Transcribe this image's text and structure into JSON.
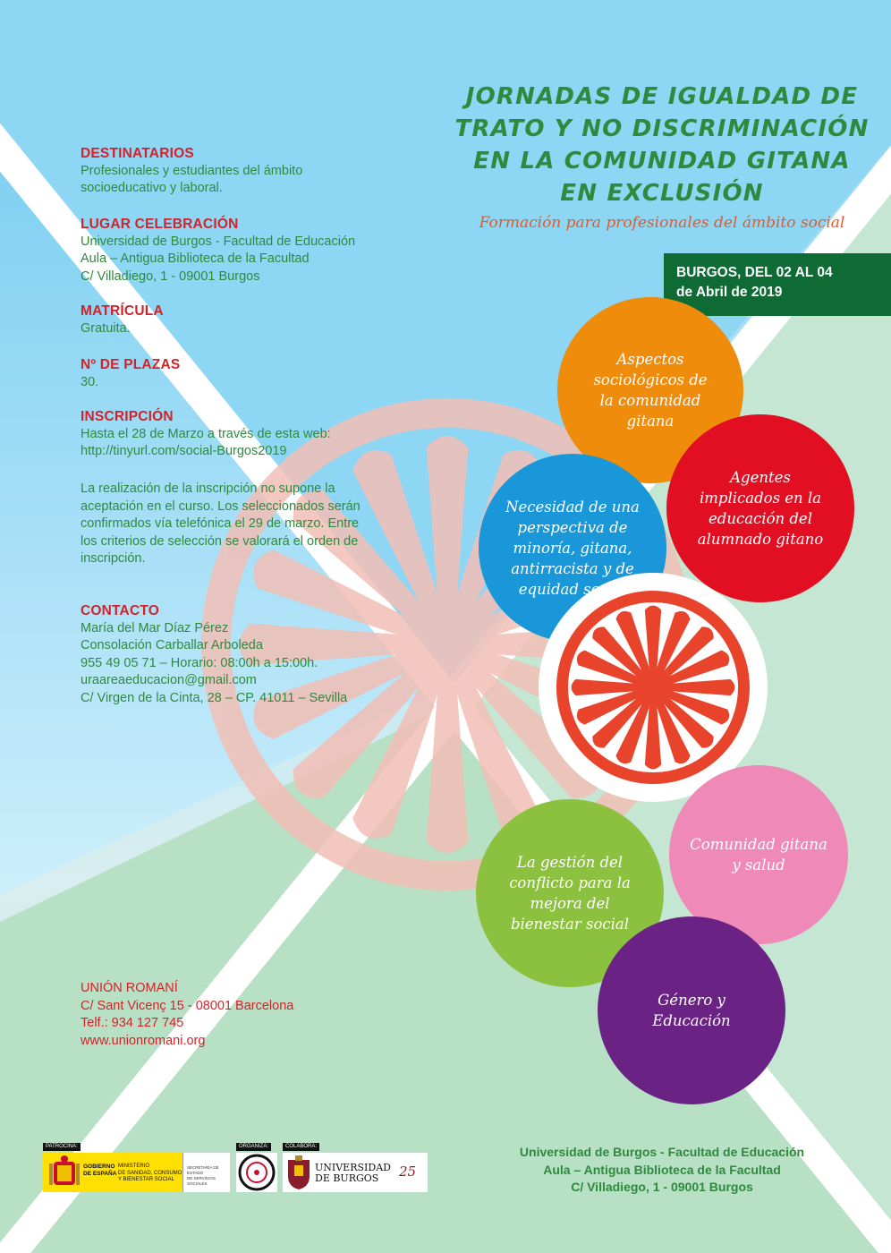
{
  "colors": {
    "green": "#2f8a3e",
    "red": "#d2232a",
    "dark_green": "#0e6b34",
    "roma_wheel": "#e8432b"
  },
  "title_lines": [
    "JORNADAS DE IGUALDAD DE",
    "TRATO Y NO DISCRIMINACIÓN",
    "EN LA COMUNIDAD GITANA",
    "EN EXCLUSIÓN"
  ],
  "subtitle": "Formación para profesionales del ámbito social",
  "date_lines": [
    "BURGOS, DEL 02 AL 04",
    "de Abril de 2019"
  ],
  "destinatarios": {
    "heading": "DESTINATARIOS",
    "lines": [
      "Profesionales y estudiantes del ámbito",
      "socioeducativo y laboral."
    ]
  },
  "lugar": {
    "heading": "LUGAR CELEBRACIÓN",
    "lines": [
      "Universidad de Burgos - Facultad de Educación",
      "Aula – Antigua Biblioteca de la Facultad",
      "C/ Villadiego, 1 - 09001 Burgos"
    ]
  },
  "matricula": {
    "heading": "MATRÍCULA",
    "value": "Gratuita."
  },
  "plazas": {
    "heading": "Nº DE PLAZAS",
    "value": "30."
  },
  "inscripcion": {
    "heading": "INSCRIPCIÓN",
    "lines": [
      "Hasta el  28 de Marzo a través de esta web:",
      "http://tinyurl.com/social-Burgos2019"
    ],
    "note_lines": [
      "La realización de la inscripción no supone la",
      "aceptación en el curso. Los seleccionados serán",
      "confirmados vía telefónica el 29 de marzo. Entre",
      "los criterios de selección se valorará el orden de",
      "inscripción."
    ]
  },
  "contacto": {
    "heading": "CONTACTO",
    "lines": [
      "María del Mar Díaz Pérez",
      "Consolación Carballar Arboleda",
      "955 49 05 71 – Horario: 08:00h a 15:00h.",
      "uraareaeducacion@gmail.com",
      "C/ Virgen de la Cinta, 28 – CP. 41011 – Sevilla"
    ]
  },
  "union_romani": {
    "name": "UNIÓN ROMANÍ",
    "lines": [
      "C/ Sant Vicenç 15 - 08001 Barcelona",
      "Telf.: 934 127 745",
      "www.unionromani.org"
    ]
  },
  "circles": [
    {
      "lines": [
        "Aspectos",
        "sociológicos de",
        "la comunidad",
        "gitana"
      ],
      "color": "#f08c0b"
    },
    {
      "lines": [
        "Agentes",
        "implicados en la",
        "educación del",
        "alumnado gitano"
      ],
      "color": "#e20f22"
    },
    {
      "lines": [
        "Necesidad de una",
        "perspectiva de",
        "minoría, gitana,",
        "antirracista y de",
        "equidad social"
      ],
      "color": "#1a97d9"
    },
    {
      "lines": [
        "Comunidad gitana",
        "y salud"
      ],
      "color": "#ee89b8"
    },
    {
      "lines": [
        "La gestión del",
        "conflicto para la",
        "mejora del",
        "bienestar social"
      ],
      "color": "#8cc13f"
    },
    {
      "lines": [
        "Género y",
        "Educación"
      ],
      "color": "#6a2384"
    }
  ],
  "logos": {
    "patrocina": "PATROCINA:",
    "organiza": "ORGANIZA:",
    "colabora": "COLABORA:",
    "gobierno": [
      "GOBIERNO",
      "DE ESPAÑA"
    ],
    "ministerio": [
      "MINISTERIO",
      "DE SANIDAD, CONSUMO",
      "Y BIENESTAR SOCIAL"
    ],
    "secretaria": [
      "SECRETARÍA DE ESTADO",
      "DE SERVICIOS SOCIALES"
    ],
    "universidad": [
      "UNIVERSIDAD",
      "DE BURGOS"
    ],
    "aniversario": "25"
  },
  "footer_address": [
    "Universidad de Burgos - Facultad de Educación",
    "Aula – Antigua Biblioteca de la Facultad",
    "C/ Villadiego, 1 - 09001 Burgos"
  ]
}
